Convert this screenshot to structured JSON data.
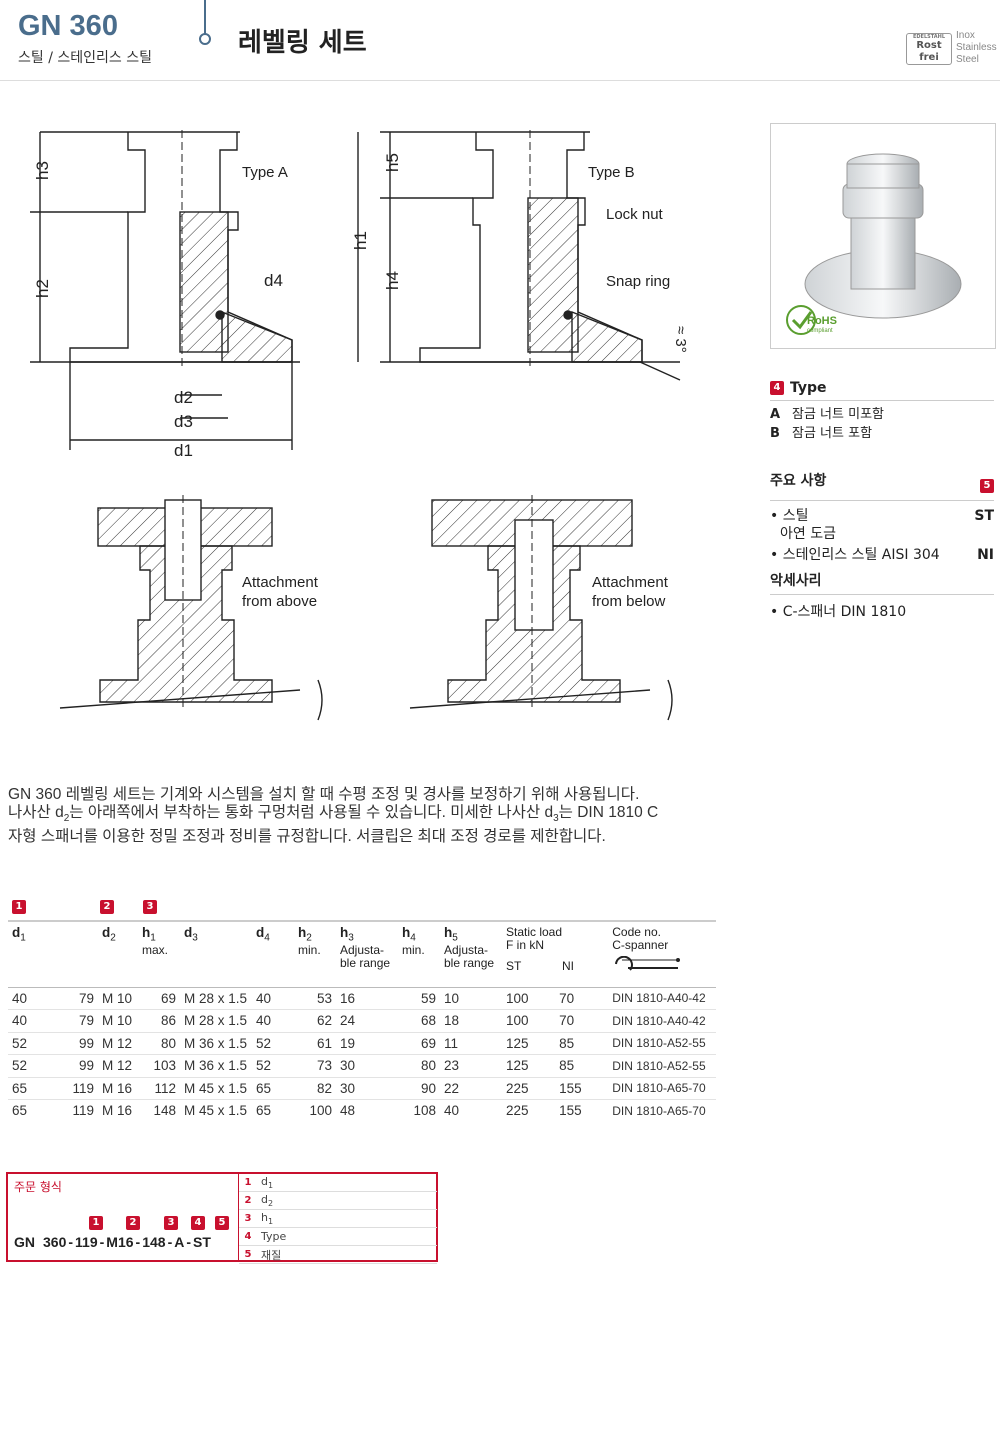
{
  "header": {
    "title": "GN 360",
    "subtitle": "스틸 / 스테인리스 스틸",
    "heading": "레벨링 세트",
    "inox": [
      "Inox",
      "Stainless",
      "Steel"
    ],
    "rostfrei": [
      "Rost",
      "frei"
    ]
  },
  "drawing": {
    "type_a": "Type A",
    "type_b": "Type B",
    "lock_nut": "Lock nut",
    "snap_ring": "Snap ring",
    "angle": "≈ 3°",
    "dims": {
      "h1": "h1",
      "h2": "h2",
      "h3": "h3",
      "h4": "h4",
      "h5": "h5",
      "d1": "d1",
      "d2": "d2",
      "d3": "d3",
      "d4": "d4"
    },
    "attach_above": [
      "Attachment",
      "from above"
    ],
    "attach_below": [
      "Attachment",
      "from below"
    ]
  },
  "photo": {
    "rohs": "RoHS",
    "rohs_sub": "compliant"
  },
  "sidebar": {
    "type_badge": "4",
    "type_title": "Type",
    "types": [
      {
        "key": "A",
        "label": "잠금 너트 미포함"
      },
      {
        "key": "B",
        "label": "잠금 너트 포함"
      }
    ],
    "material_title": "주요 사항",
    "material_badge": "5",
    "materials": [
      {
        "name": "스틸",
        "sub": "아연 도금",
        "code": "ST"
      },
      {
        "name": "스테인리스 스틸 AISI 304",
        "sub": "",
        "code": "NI"
      }
    ],
    "accessory_title": "악세사리",
    "accessories": [
      "C-스패너 DIN 1810"
    ]
  },
  "description": {
    "line1": "GN 360 레벨링 세트는 기계와 시스템을 설치 할 때 수평 조정 및 경사를 보정하기 위해 사용됩니다.",
    "line2a": "나사산 d",
    "line2sub1": "2",
    "line2b": "는 아래쪽에서 부착하는 통화 구멍처럼 사용될 수 있습니다. 미세한 나사산 d",
    "line2sub2": "3",
    "line2c": "는 DIN 1810 C",
    "line3": "자형 스패너를 이용한 정밀 조정과 정비를 규정합니다. 서클립은 최대 조정 경로를 제한합니다."
  },
  "table": {
    "badges": [
      "1",
      "2",
      "3"
    ],
    "headers": {
      "d1": "d",
      "d1s": "1",
      "d2": "d",
      "d2s": "2",
      "h1": "h",
      "h1s": "1",
      "h1n": "max.",
      "d3": "d",
      "d3s": "3",
      "d4": "d",
      "d4s": "4",
      "h2": "h",
      "h2s": "2",
      "h2n": "min.",
      "h3": "h",
      "h3s": "3",
      "h3n": "Adjusta-ble range",
      "h4": "h",
      "h4s": "4",
      "h4n": "min.",
      "h5": "h",
      "h5s": "5",
      "h5n": "Adjusta-ble range",
      "load": "Static load",
      "load2": "F in kN",
      "st": "ST",
      "ni": "NI",
      "code": "Code no.",
      "code2": "C-spanner"
    },
    "rows": [
      [
        "40",
        "79",
        "M 10",
        "69",
        "M 28 x 1.5",
        "40",
        "53",
        "16",
        "59",
        "10",
        "100",
        "70",
        "DIN 1810-A40-42"
      ],
      [
        "40",
        "79",
        "M 10",
        "86",
        "M 28 x 1.5",
        "40",
        "62",
        "24",
        "68",
        "18",
        "100",
        "70",
        "DIN 1810-A40-42"
      ],
      [
        "52",
        "99",
        "M 12",
        "80",
        "M 36 x 1.5",
        "52",
        "61",
        "19",
        "69",
        "11",
        "125",
        "85",
        "DIN 1810-A52-55"
      ],
      [
        "52",
        "99",
        "M 12",
        "103",
        "M 36 x 1.5",
        "52",
        "73",
        "30",
        "80",
        "23",
        "125",
        "85",
        "DIN 1810-A52-55"
      ],
      [
        "65",
        "119",
        "M 16",
        "112",
        "M 45 x 1.5",
        "65",
        "82",
        "30",
        "90",
        "22",
        "225",
        "155",
        "DIN 1810-A65-70"
      ],
      [
        "65",
        "119",
        "M 16",
        "148",
        "M 45 x 1.5",
        "65",
        "100",
        "48",
        "108",
        "40",
        "225",
        "155",
        "DIN 1810-A65-70"
      ]
    ]
  },
  "order": {
    "title": "주문 형식",
    "badges": [
      "1",
      "2",
      "3",
      "4",
      "5"
    ],
    "code_parts": [
      "GN",
      "360",
      "-",
      "119",
      "-",
      "M16",
      "-",
      "148",
      "-",
      "A",
      "-",
      "ST"
    ],
    "legend": [
      {
        "n": "1",
        "t": "d",
        "s": "1"
      },
      {
        "n": "2",
        "t": "d",
        "s": "2"
      },
      {
        "n": "3",
        "t": "h",
        "s": "1"
      },
      {
        "n": "4",
        "t": "Type",
        "s": ""
      },
      {
        "n": "5",
        "t": "재질",
        "s": ""
      }
    ]
  }
}
